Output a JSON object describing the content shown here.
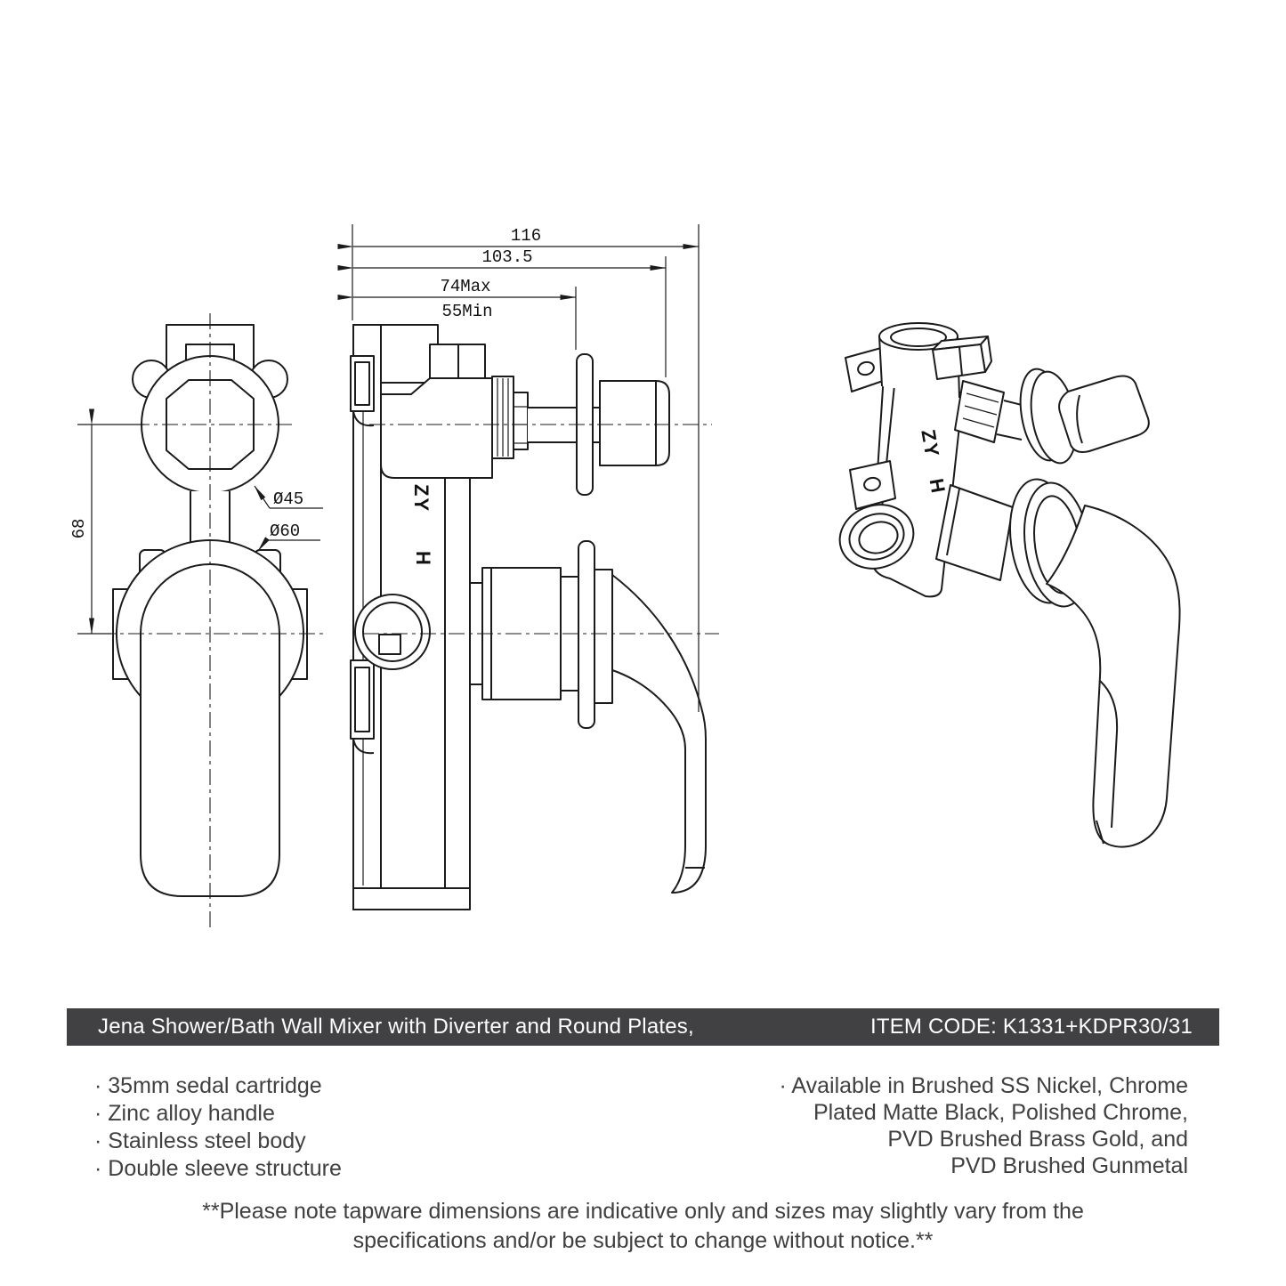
{
  "drawing": {
    "front_view": {
      "height_dim": "68",
      "knob_dia": "Ø45",
      "plate_dia": "Ø60"
    },
    "side_view": {
      "overall_dim": "116",
      "plate_dim": "103.5",
      "max_dim": "74Max",
      "min_dim": "55Min",
      "marking_top": "ZY",
      "marking_bottom": "H"
    },
    "iso_view": {
      "marking_top": "ZY",
      "marking_bottom": "H"
    }
  },
  "title_bar": {
    "title": "Jena Shower/Bath Wall Mixer with Diverter and Round Plates,",
    "item_code": "ITEM CODE: K1331+KDPR30/31",
    "bg_color": "#414143",
    "text_color": "#ffffff"
  },
  "features": [
    "· 35mm sedal cartridge",
    "· Zinc alloy handle",
    "· Stainless steel body",
    "· Double sleeve structure"
  ],
  "finishes": [
    "· Available in Brushed SS Nickel, Chrome",
    "Plated Matte Black, Polished Chrome,",
    "PVD Brushed Brass Gold, and",
    "PVD Brushed Gunmetal"
  ],
  "footnote": [
    "**Please note tapware dimensions are indicative only and sizes may slightly vary from the",
    "specifications and/or be subject to change without notice.**"
  ],
  "line_color": "#1b1b1b"
}
